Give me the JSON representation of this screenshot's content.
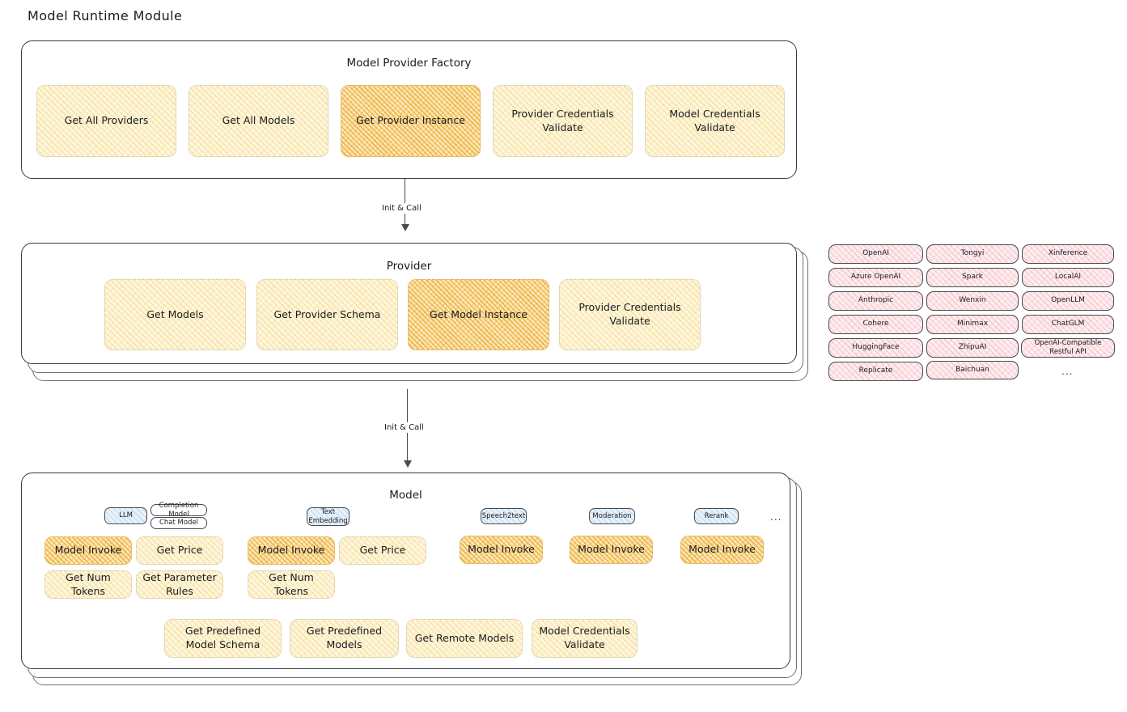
{
  "page": {
    "title": "Model Runtime Module"
  },
  "factory": {
    "title": "Model Provider Factory",
    "methods": [
      {
        "label": "Get All Providers",
        "highlighted": false
      },
      {
        "label": "Get All Models",
        "highlighted": false
      },
      {
        "label": "Get Provider Instance",
        "highlighted": true
      },
      {
        "label": "Provider Credentials Validate",
        "highlighted": false
      },
      {
        "label": "Model Credentials Validate",
        "highlighted": false
      }
    ]
  },
  "arrows": [
    {
      "label": "Init & Call"
    },
    {
      "label": "Init & Call"
    }
  ],
  "provider": {
    "title": "Provider",
    "methods": [
      {
        "label": "Get Models",
        "highlighted": false
      },
      {
        "label": "Get Provider Schema",
        "highlighted": false
      },
      {
        "label": "Get Model Instance",
        "highlighted": true
      },
      {
        "label": "Provider Credentials Validate",
        "highlighted": false
      }
    ]
  },
  "provider_list": {
    "columns": [
      [
        "OpenAI",
        "Azure OpenAI",
        "Anthropic",
        "Cohere",
        "HuggingFace",
        "Replicate"
      ],
      [
        "Tongyi",
        "Spark",
        "Wenxin",
        "Minimax",
        "ZhipuAI",
        "Baichuan"
      ],
      [
        "Xinference",
        "LocalAI",
        "OpenLLM",
        "ChatGLM",
        "OpenAI-Compatible Restful API"
      ]
    ],
    "more": "..."
  },
  "model": {
    "title": "Model",
    "more": "...",
    "types": [
      {
        "badge": "LLM",
        "badge_style": "blue",
        "sub_badges": [
          "Completion Model",
          "Chat Model"
        ],
        "methods": [
          {
            "label": "Model Invoke",
            "highlighted": true
          },
          {
            "label": "Get Price",
            "highlighted": false
          },
          {
            "label": "Get Num Tokens",
            "highlighted": false
          },
          {
            "label": "Get Parameter Rules",
            "highlighted": false
          }
        ]
      },
      {
        "badge": "Text Embedding",
        "badge_style": "blue",
        "sub_badges": [],
        "methods": [
          {
            "label": "Model Invoke",
            "highlighted": true
          },
          {
            "label": "Get Price",
            "highlighted": false
          },
          {
            "label": "Get Num Tokens",
            "highlighted": false
          }
        ]
      },
      {
        "badge": "Speech2text",
        "badge_style": "blue",
        "sub_badges": [],
        "methods": [
          {
            "label": "Model Invoke",
            "highlighted": true
          }
        ]
      },
      {
        "badge": "Moderation",
        "badge_style": "blue",
        "sub_badges": [],
        "methods": [
          {
            "label": "Model Invoke",
            "highlighted": true
          }
        ]
      },
      {
        "badge": "Rerank",
        "badge_style": "blue",
        "sub_badges": [],
        "methods": [
          {
            "label": "Model Invoke",
            "highlighted": true
          }
        ]
      }
    ],
    "shared_methods": [
      "Get Predefined Model Schema",
      "Get Predefined Models",
      "Get Remote Models",
      "Model Credentials Validate"
    ]
  },
  "colors": {
    "highlight": "#eba626",
    "soft_yellow": "#fdf6e0",
    "provider_pink": "#fdeef0",
    "badge_blue": "#e8f2fb",
    "stroke": "#3a3a42"
  }
}
